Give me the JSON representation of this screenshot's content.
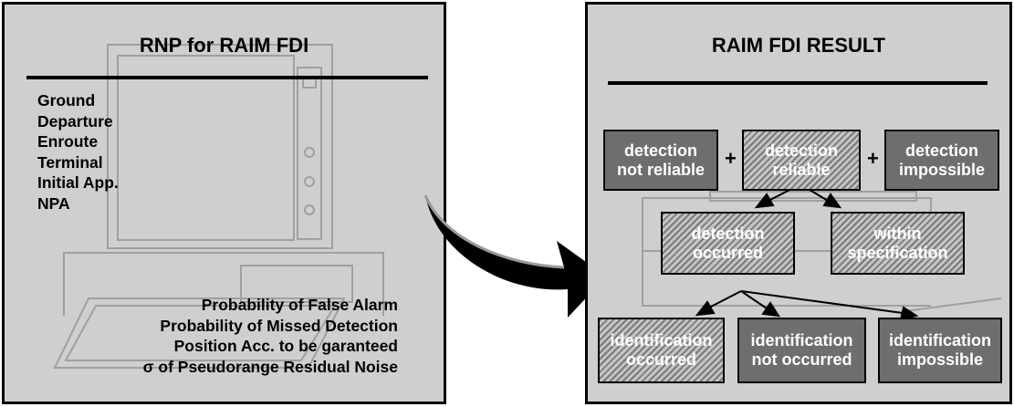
{
  "left_panel": {
    "title": "RNP for RAIM FDI",
    "phases": [
      "Ground",
      "Departure",
      "Enroute",
      "Terminal",
      "Initial App.",
      "NPA"
    ],
    "parameters": [
      "Probability of False Alarm",
      "Probability of Missed Detection",
      "Position Acc. to be garanteed",
      "σ of Pseudorange Residual Noise"
    ]
  },
  "right_panel": {
    "title": "RAIM FDI RESULT",
    "plus_sign": "+",
    "row1": [
      {
        "lines": [
          "detection",
          "not reliable"
        ],
        "style": "solid"
      },
      {
        "lines": [
          "detection",
          "reliable"
        ],
        "style": "hatched"
      },
      {
        "lines": [
          "detection",
          "impossible"
        ],
        "style": "solid"
      }
    ],
    "row2": [
      {
        "lines": [
          "detection",
          "occurred"
        ],
        "style": "hatched"
      },
      {
        "lines": [
          "within",
          "specification"
        ],
        "style": "hatched"
      }
    ],
    "row3": [
      {
        "lines": [
          "identification",
          "occurred"
        ],
        "style": "hatched"
      },
      {
        "lines": [
          "identification",
          "not occurred"
        ],
        "style": "solid"
      },
      {
        "lines": [
          "identification",
          "impossible"
        ],
        "style": "solid"
      }
    ]
  },
  "colors": {
    "panel_bg": "#cfcfcf",
    "box_solid": "#6e6e6e",
    "outline_light": "#9a9a9a",
    "text_dark": "#000000",
    "text_light": "#ffffff"
  }
}
